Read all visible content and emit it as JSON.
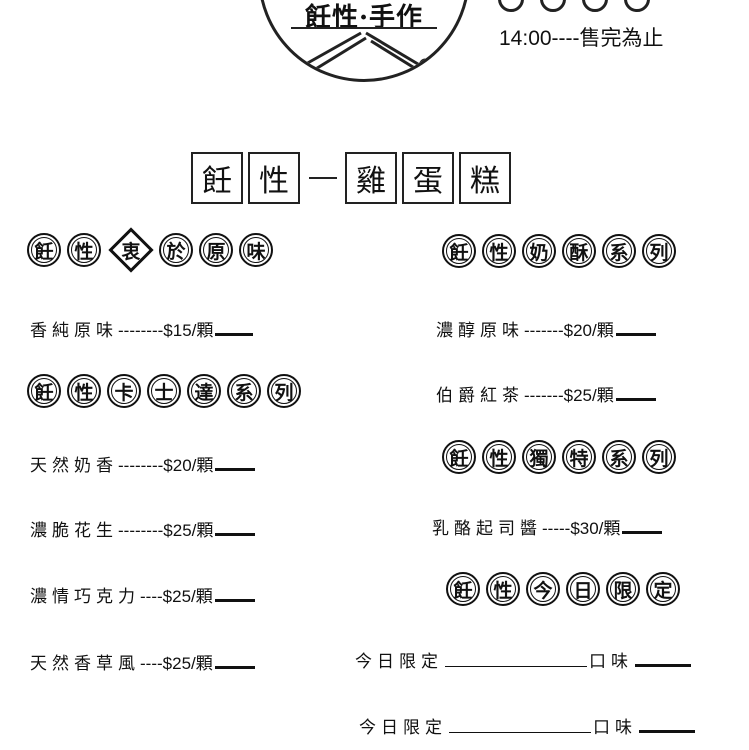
{
  "logo": {
    "text": "飪性·手作"
  },
  "header": {
    "hours": "14:00----售完為止"
  },
  "title": {
    "chars": [
      "飪",
      "性",
      "雞",
      "蛋",
      "糕"
    ]
  },
  "sections": {
    "original": {
      "chars": [
        "飪",
        "性",
        "衷",
        "於",
        "原",
        "味"
      ],
      "items": [
        {
          "name": "香純原味",
          "dashes": "--------",
          "price": " $15/顆"
        }
      ]
    },
    "custard": {
      "chars": [
        "飪",
        "性",
        "卡",
        "士",
        "達",
        "系",
        "列"
      ],
      "items": [
        {
          "name": "天然奶香",
          "dashes": "--------",
          "price": "$20/顆"
        },
        {
          "name": "濃脆花生",
          "dashes": "--------",
          "price": "$25/顆"
        },
        {
          "name": "濃情巧克力",
          "dashes": "----",
          "price": "$25/顆"
        },
        {
          "name": "天然香草風",
          "dashes": "----",
          "price": "$25/顆"
        }
      ]
    },
    "milk": {
      "chars": [
        "飪",
        "性",
        "奶",
        "酥",
        "系",
        "列"
      ],
      "items": [
        {
          "name": "濃醇原味",
          "dashes": "-------",
          "price": " $20/顆"
        },
        {
          "name": "伯爵紅茶",
          "dashes": "-------",
          "price": " $25/顆"
        }
      ]
    },
    "special": {
      "chars": [
        "飪",
        "性",
        "獨",
        "特",
        "系",
        "列"
      ],
      "items": [
        {
          "name": "乳酪起司醬",
          "dashes": "-----",
          "price": "$30/顆"
        }
      ]
    },
    "today": {
      "chars": [
        "飪",
        "性",
        "今",
        "日",
        "限",
        "定"
      ],
      "items": [
        {
          "name": "今日限定",
          "suffix": "口味"
        },
        {
          "name": "今日限定",
          "suffix": "口味"
        }
      ]
    }
  },
  "icons": {
    "logo_art": "crossed-knives-icon",
    "dots": "circle-outline-icon"
  }
}
